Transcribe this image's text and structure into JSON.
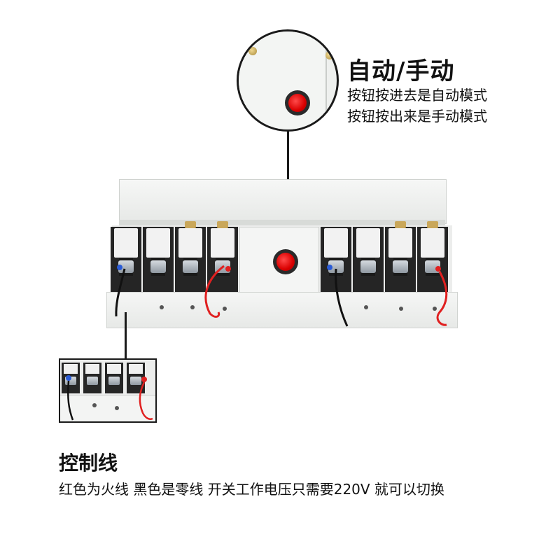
{
  "auto_manual": {
    "title": "自动/手动",
    "line1": "按钮按进去是自动模式",
    "line2": "按钮按出来是手动模式"
  },
  "control_wire": {
    "title": "控制线",
    "description": "红色为火线 黑色是零线 开关工作电压只需要220V 就可以切换"
  },
  "colors": {
    "button_red": "#d90000",
    "wire_red": "#e02020",
    "wire_black": "#111111",
    "lug_blue": "#2a5bd6"
  },
  "icons": {
    "red_button": "red-push-button-icon",
    "terminal": "terminal-block-icon"
  }
}
